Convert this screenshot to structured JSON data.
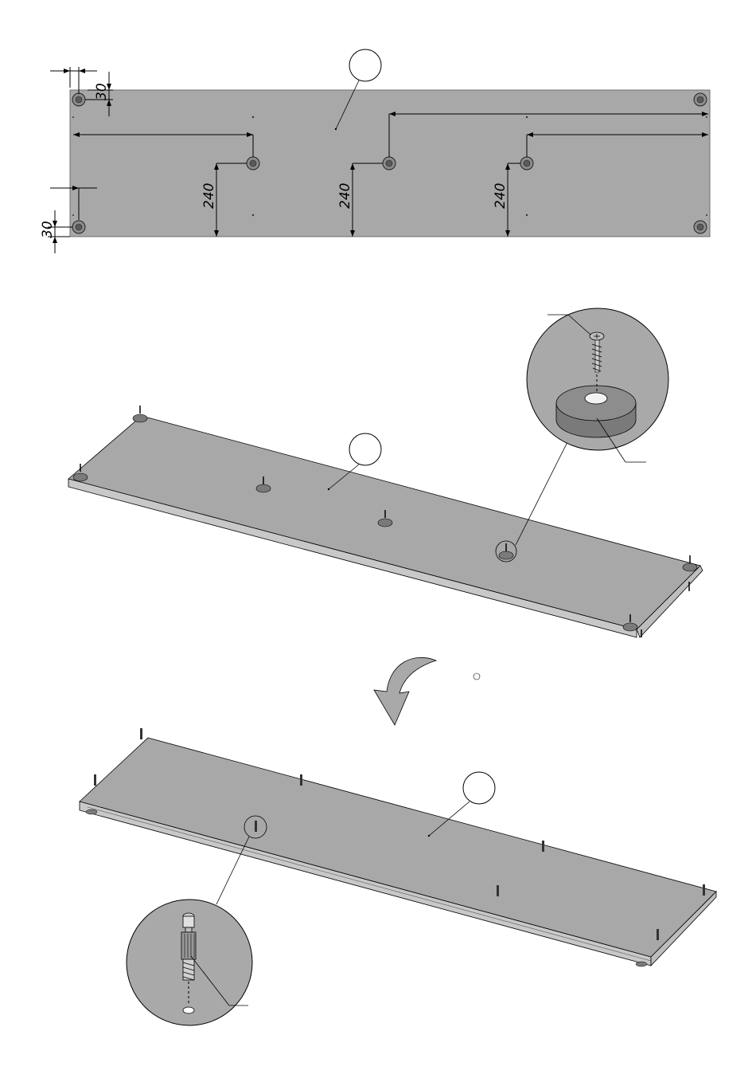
{
  "page": {
    "background": "#ffffff"
  },
  "colors": {
    "panel": "#a8a8a8",
    "panel_edge": "#8a8a8a",
    "panel_side": "#c8c8c8",
    "line": "#000000",
    "callout_fill": "#ffffff",
    "detail_fill": "#a9a9a9",
    "foot_dark": "#7a7a7a",
    "arrow_fill": "#a9a9a9"
  },
  "top_view": {
    "dimensions": {
      "corner_offset_x": "30",
      "corner_offset_y": "30",
      "foot_height_left": "240",
      "foot_height_center": "240",
      "foot_height_right": "240"
    },
    "callout": ""
  },
  "step_feet": {
    "callout": "",
    "detail": {
      "screw_icon": "screw-icon",
      "foot_icon": "foot-pad-icon"
    }
  },
  "flip_arrow": {
    "icon": "rotate-arrow-icon"
  },
  "step_dowels": {
    "callout": "",
    "detail": {
      "dowel_icon": "cam-dowel-icon"
    }
  }
}
